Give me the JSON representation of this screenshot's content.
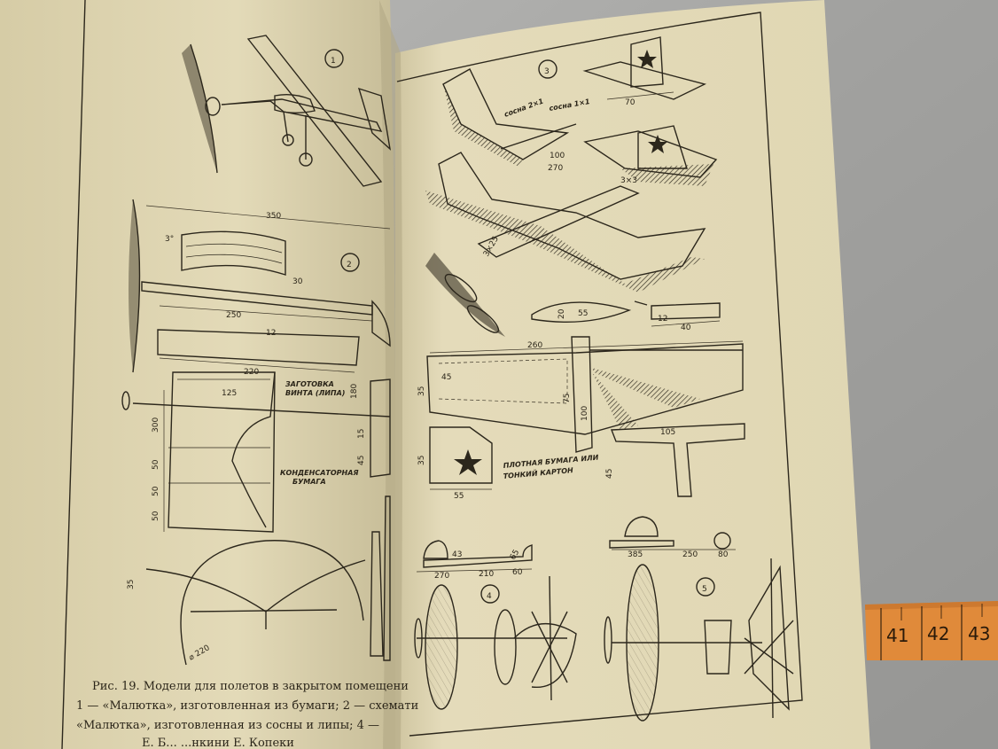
{
  "left_page": {
    "figure_numbers": [
      "1",
      "2"
    ],
    "dimensions": [
      "350",
      "3°",
      "30",
      "250",
      "12",
      "220",
      "125",
      "300",
      "50",
      "50",
      "50",
      "180",
      "15",
      "45",
      "35",
      "⌀ 220"
    ],
    "labels": {
      "propeller_blank": [
        "ЗАГОТОВКА",
        "ВИНТА (ЛИПА)"
      ],
      "capacitor_paper": [
        "КОНДЕНСАТОРНАЯ",
        "БУМАГА"
      ]
    },
    "caption_lines": [
      "Рис. 19. Модели для полетов в закрытом помещени",
      "1 — «Малютка», изготовленная из бумаги; 2 — схемати",
      "«Малютка»,   изготовленная   из   сосны  и  липы; 4 —",
      "Е. Б...                              ...нкини Е. Копеки"
    ]
  },
  "right_page": {
    "figure_numbers": [
      "3",
      "4",
      "5"
    ],
    "dimensions": [
      "сосна 1×1",
      "сосна 2×1",
      "100",
      "270",
      "3×3",
      "3×25",
      "70",
      "55",
      "20",
      "12",
      "40",
      "260",
      "45",
      "35",
      "75",
      "100",
      "105",
      "45",
      "35",
      "55",
      "270",
      "210",
      "60",
      "43",
      "65",
      "385",
      "250",
      "80"
    ],
    "labels": {
      "dense_paper": [
        "ПЛОТНАЯ БУМАГА ИЛИ",
        "ТОНКИЙ КАРТОН"
      ]
    }
  },
  "ruler": {
    "numbers": [
      "41",
      "42",
      "43"
    ]
  },
  "colors": {
    "background": "#a9a9a7",
    "paper_left": "#e2d9b6",
    "paper_right": "#e6ddbc",
    "ink": "#2c271c",
    "ruler": "#e08a3a"
  }
}
